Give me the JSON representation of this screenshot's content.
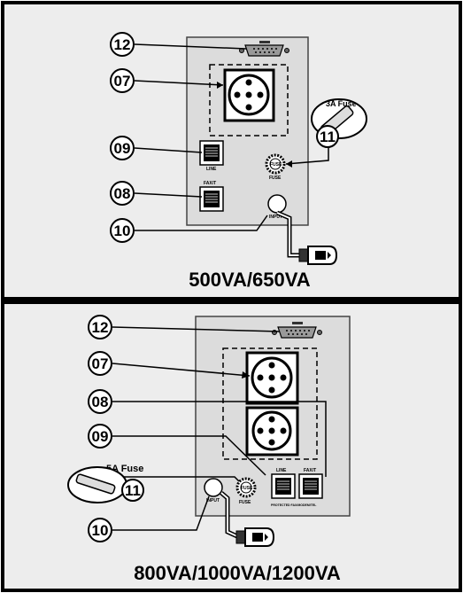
{
  "top": {
    "caption": "500VA/650VA",
    "callouts": {
      "c12": "12",
      "c07": "07",
      "c09": "09",
      "c08": "08",
      "c10": "10",
      "c11": "11"
    },
    "fuse_label": "3A Fuse",
    "port_labels": {
      "line": "LINE",
      "fax": "FAX/T",
      "fuse": "FUSE",
      "fuse_cap": "FUSE",
      "input": "INPUT"
    }
  },
  "bottom": {
    "caption": "800VA/1000VA/1200VA",
    "callouts": {
      "c12": "12",
      "c07": "07",
      "c08": "08",
      "c09": "09",
      "c10": "10",
      "c11": "11"
    },
    "fuse_label": "5A Fuse",
    "port_labels": {
      "line": "LINE",
      "fax": "FAX/T",
      "protect": "PROTECTED FAX/MODEM/TEL",
      "fuse": "FUSE",
      "fuse_cap": "FUSE",
      "input": "INPUT"
    }
  }
}
